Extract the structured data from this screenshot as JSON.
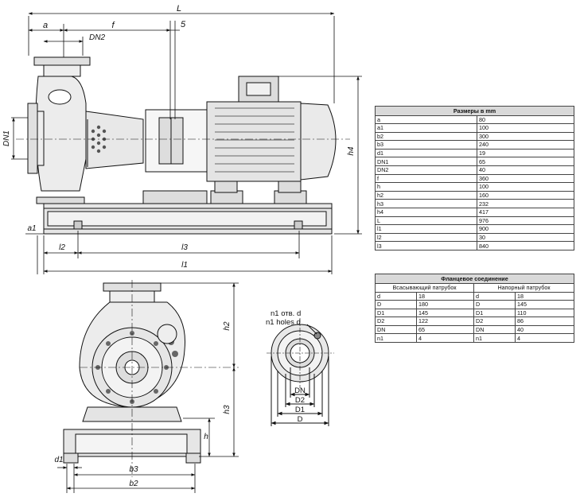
{
  "dimensions_table": {
    "title": "Размеры в mm",
    "rows": [
      {
        "k": "a",
        "v": "80"
      },
      {
        "k": "a1",
        "v": "100"
      },
      {
        "k": "b2",
        "v": "300"
      },
      {
        "k": "b3",
        "v": "240"
      },
      {
        "k": "d1",
        "v": "19"
      },
      {
        "k": "DN1",
        "v": "65"
      },
      {
        "k": "DN2",
        "v": "40"
      },
      {
        "k": "f",
        "v": "360"
      },
      {
        "k": "h",
        "v": "100"
      },
      {
        "k": "h2",
        "v": "160"
      },
      {
        "k": "h3",
        "v": "232"
      },
      {
        "k": "h4",
        "v": "417"
      },
      {
        "k": "L",
        "v": "976"
      },
      {
        "k": "l1",
        "v": "900"
      },
      {
        "k": "l2",
        "v": "30"
      },
      {
        "k": "l3",
        "v": "840"
      }
    ]
  },
  "flange_table": {
    "title": "Фланцевое соединение",
    "suction_header": "Всасывающий патрубок",
    "discharge_header": "Напорный патрубок",
    "rows": [
      {
        "s": "d",
        "sv": "18",
        "p": "d",
        "pv": "18"
      },
      {
        "s": "D",
        "sv": "180",
        "p": "D",
        "pv": "145"
      },
      {
        "s": "D1",
        "sv": "145",
        "p": "D1",
        "pv": "110"
      },
      {
        "s": "D2",
        "sv": "122",
        "p": "D2",
        "pv": "86"
      },
      {
        "s": "DN",
        "sv": "65",
        "p": "DN",
        "pv": "40"
      },
      {
        "s": "n1",
        "sv": "4",
        "p": "n1",
        "pv": "4"
      }
    ]
  },
  "drawing_labels": {
    "L": "L",
    "a": "a",
    "f": "f",
    "dn2": "DN2",
    "five": "5",
    "dn1": "DN1",
    "h4": "h4",
    "a1": "a1",
    "l2": "l2",
    "l3": "l3",
    "l1": "l1",
    "h2": "h2",
    "h3": "h3",
    "h": "h",
    "d1": "d1",
    "b3": "b3",
    "b2": "b2",
    "holes_ru": "n1 отв. d",
    "holes_en": "n1 holes d",
    "dn": "DN",
    "d2": "D2",
    "d1_cap": "D1",
    "d_cap": "D"
  }
}
